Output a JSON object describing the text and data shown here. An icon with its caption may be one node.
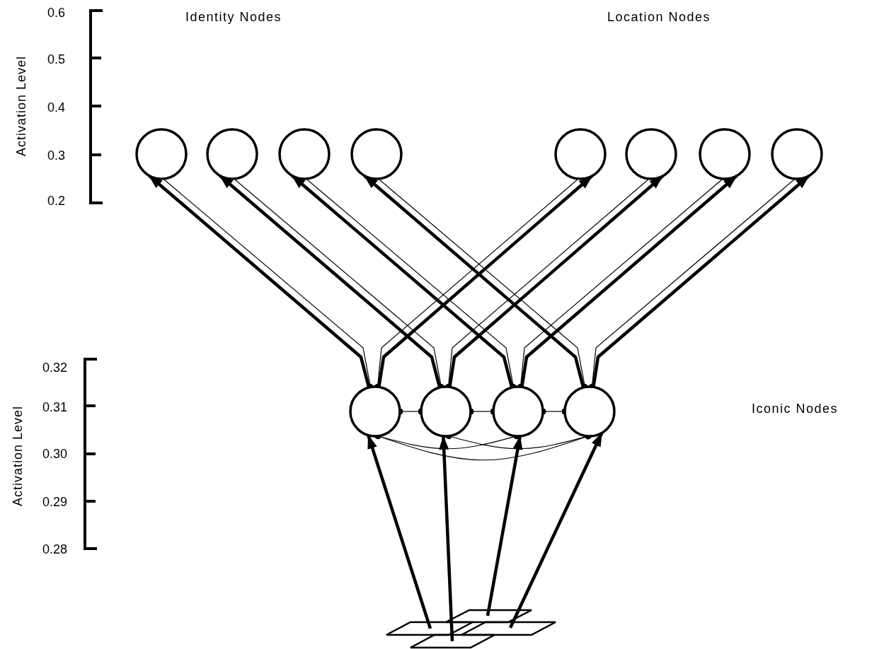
{
  "diagram": {
    "nodes": [
      {
        "text": [],
        "shape": "circle"
      },
      {
        "text": [],
        "shape": "circle"
      },
      {
        "text": [],
        "shape": "circle"
      },
      {
        "text": [],
        "shape": "circle"
      },
      {
        "text": [],
        "shape": "circle"
      },
      {
        "text": [],
        "shape": "circle"
      },
      {
        "text": [],
        "shape": "circle"
      },
      {
        "text": [],
        "shape": "circle"
      },
      {
        "text": [],
        "shape": "circle"
      },
      {
        "text": [],
        "shape": "circle"
      },
      {
        "text": [],
        "shape": "circle"
      },
      {
        "text": [],
        "shape": "circle"
      },
      {
        "text": [],
        "shape": "parallelogram"
      },
      {
        "text": [],
        "shape": "parallelogram"
      },
      {
        "text": [],
        "shape": "parallelogram"
      },
      {
        "text": [],
        "shape": "parallelogram"
      }
    ],
    "edges": [
      {
        "from": 8,
        "to": 0,
        "arrow": "to",
        "style": "thick"
      },
      {
        "from": 0,
        "to": 8,
        "arrow": "other"
      },
      {
        "from": 8,
        "to": 4,
        "arrow": "to",
        "style": "thick"
      },
      {
        "from": 4,
        "to": 8,
        "arrow": "other"
      },
      {
        "from": 9,
        "to": 1,
        "arrow": "to",
        "style": "thick"
      },
      {
        "from": 1,
        "to": 9,
        "arrow": "other"
      },
      {
        "from": 9,
        "to": 5,
        "arrow": "to",
        "style": "thick"
      },
      {
        "from": 5,
        "to": 9,
        "arrow": "other"
      },
      {
        "from": 10,
        "to": 2,
        "arrow": "to",
        "style": "thick"
      },
      {
        "from": 2,
        "to": 10,
        "arrow": "other"
      },
      {
        "from": 10,
        "to": 6,
        "arrow": "to",
        "style": "thick"
      },
      {
        "from": 6,
        "to": 10,
        "arrow": "other"
      },
      {
        "from": 11,
        "to": 3,
        "arrow": "to",
        "style": "thick"
      },
      {
        "from": 3,
        "to": 11,
        "arrow": "other"
      },
      {
        "from": 11,
        "to": 7,
        "arrow": "to",
        "style": "thick"
      },
      {
        "from": 7,
        "to": 11,
        "arrow": "other"
      },
      {
        "from": 8,
        "to": 9,
        "arrow": "other"
      },
      {
        "from": 9,
        "to": 10,
        "arrow": "other"
      },
      {
        "from": 10,
        "to": 11,
        "arrow": "other"
      },
      {
        "from": 8,
        "to": 10,
        "arrow": "other"
      },
      {
        "from": 9,
        "to": 11,
        "arrow": "other"
      },
      {
        "from": 8,
        "to": 11,
        "arrow": "other"
      },
      {
        "from": 12,
        "to": 8,
        "arrow": "to",
        "style": "thick"
      },
      {
        "from": 13,
        "to": 9,
        "arrow": "to",
        "style": "thick"
      },
      {
        "from": 14,
        "to": 10,
        "arrow": "to",
        "style": "thick"
      },
      {
        "from": 15,
        "to": 11,
        "arrow": "to",
        "style": "thick"
      }
    ],
    "labels": [
      "0.6",
      "Identity Nodes",
      "Location Nodes",
      "0.5",
      "Activation Level",
      "0.4",
      "0.3",
      "0.2",
      "0.32",
      "Iconic Nodes",
      "0.31",
      "Activation Level",
      "0.30",
      "0.29",
      "0.28"
    ]
  }
}
